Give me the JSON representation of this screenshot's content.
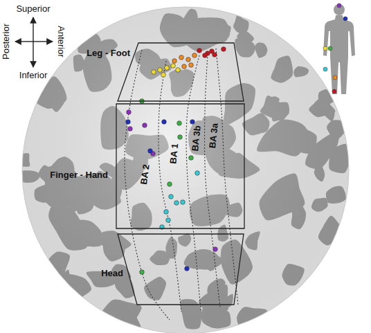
{
  "diagram": {
    "nodes": [
      {
        "text": [
          "Leg - Foot"
        ]
      },
      {
        "text": [
          "Finger - Hand"
        ]
      },
      {
        "text": [
          "Head"
        ]
      }
    ],
    "labels": [
      "Superior",
      "Inferior",
      "Posterior",
      "Anterior",
      "BA 2",
      "BA 1",
      "BA 3b",
      "BA 3a"
    ]
  }
}
